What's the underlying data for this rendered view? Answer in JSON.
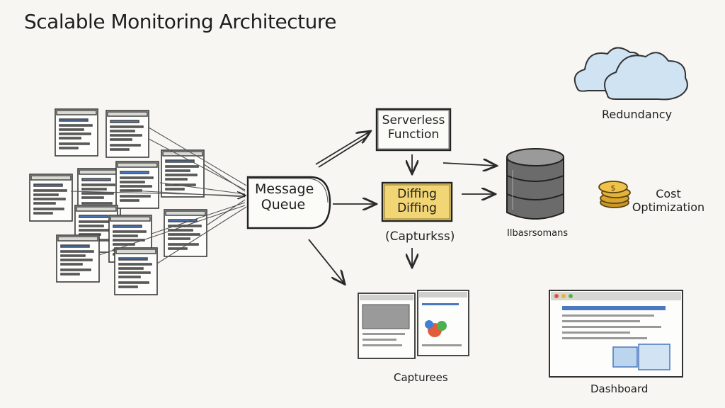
{
  "diagram": {
    "title": "Scalable Monitoring Architecture",
    "nodes": {
      "message_queue": {
        "line1": "Message",
        "line2": "Queue"
      },
      "serverless_function": {
        "line1": "Serverless",
        "line2": "Function"
      },
      "diffing": {
        "line1": "Diffing",
        "line2": "Diffing",
        "caption": "(Capturkss)"
      },
      "database": {
        "caption": "Ilbasrsomans"
      },
      "captures": {
        "caption": "Capturees"
      },
      "dashboard": {
        "caption": "Dashboard"
      },
      "redundancy": {
        "caption": "Redundancy"
      },
      "cost_optimization": {
        "line1": "Cost",
        "line2": "Optimization"
      }
    },
    "colors": {
      "ink": "#2a2a2a",
      "diffing_fill": "#f2d675",
      "cloud_fill": "#cfe3f3",
      "coin_fill": "#e2b23a",
      "window_accent": "#4a78c0",
      "paper": "#f7f6f2"
    },
    "icons": [
      "cloud-icon",
      "coins-icon",
      "database-icon",
      "browser-window-icon"
    ]
  }
}
